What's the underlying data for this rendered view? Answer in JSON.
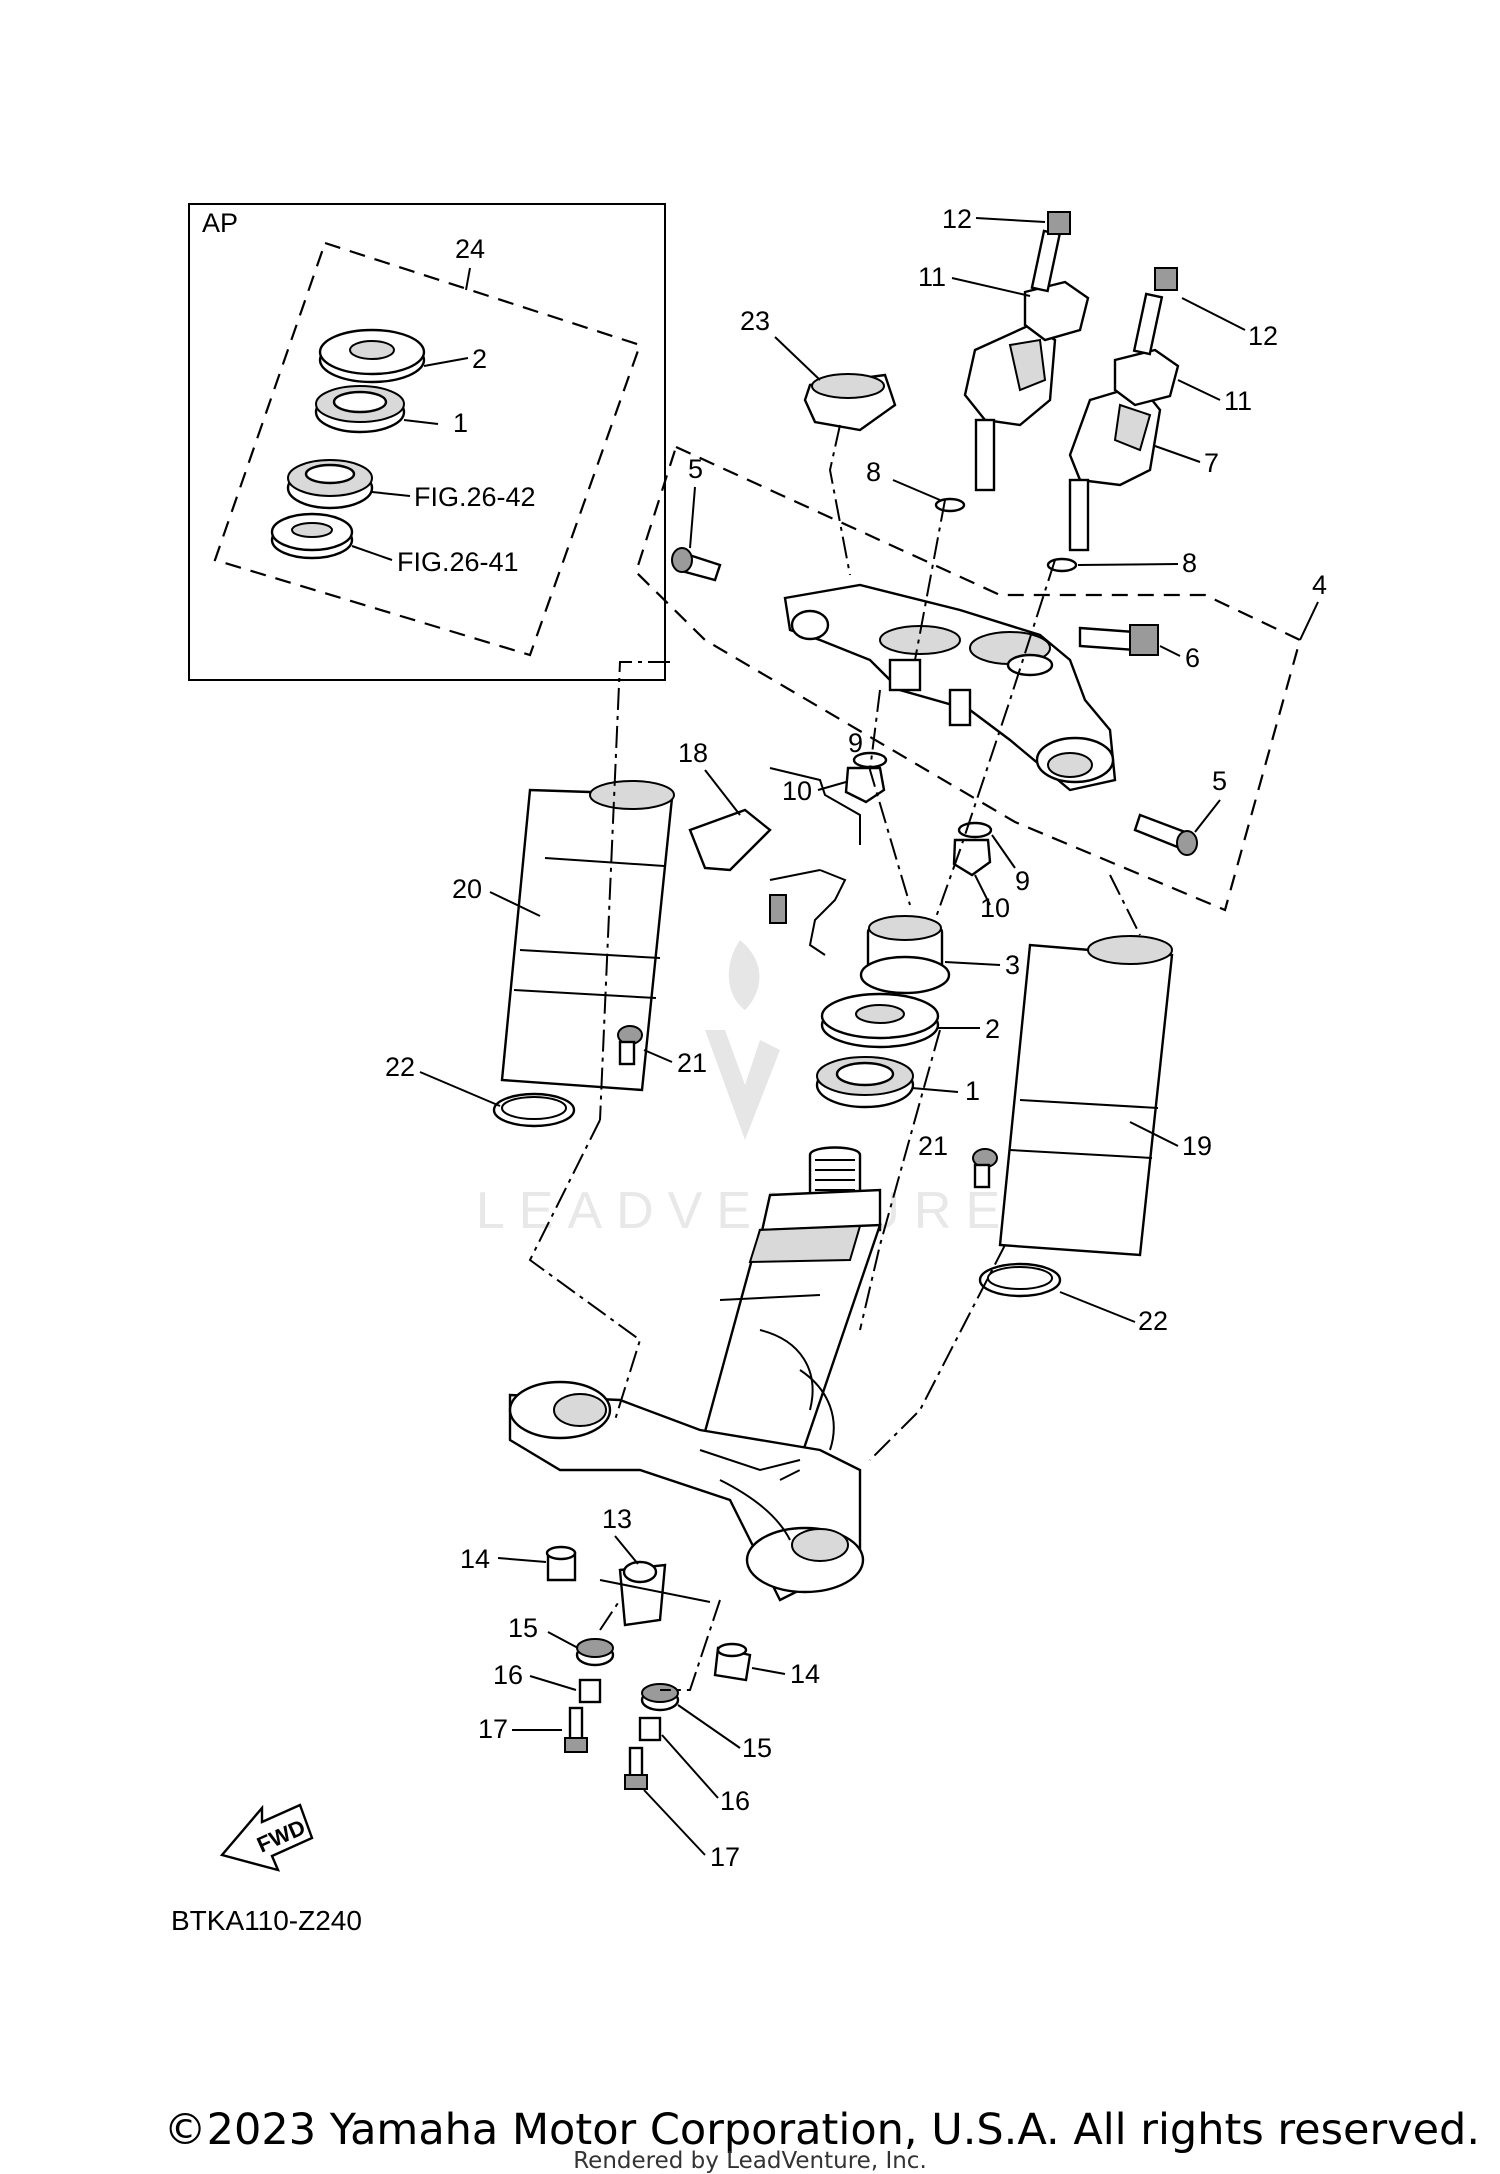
{
  "diagram": {
    "inset_label": "AP",
    "inset_kit_number": "24",
    "inset_parts": [
      "2",
      "1",
      "FIG.26-42",
      "FIG.26-41"
    ],
    "callouts": {
      "c1": "1",
      "c2": "2",
      "c3": "3",
      "c4": "4",
      "c5a": "5",
      "c5b": "5",
      "c6": "6",
      "c7": "7",
      "c8a": "8",
      "c8b": "8",
      "c9a": "9",
      "c9b": "9",
      "c10a": "10",
      "c10b": "10",
      "c11a": "11",
      "c11b": "11",
      "c12a": "12",
      "c12b": "12",
      "c13": "13",
      "c14a": "14",
      "c14b": "14",
      "c15a": "15",
      "c15b": "15",
      "c16a": "16",
      "c16b": "16",
      "c17a": "17",
      "c17b": "17",
      "c18": "18",
      "c19": "19",
      "c20": "20",
      "c21a": "21",
      "c21b": "21",
      "c22a": "22",
      "c22b": "22",
      "c23": "23"
    },
    "fwd_label": "FWD",
    "drawing_code": "BTKA110-Z240",
    "watermark": "LEADVENTURE"
  },
  "footer": {
    "copyright": "©2023 Yamaha Motor Corporation, U.S.A. All rights reserved.",
    "rendered_by": "Rendered by LeadVenture, Inc."
  }
}
